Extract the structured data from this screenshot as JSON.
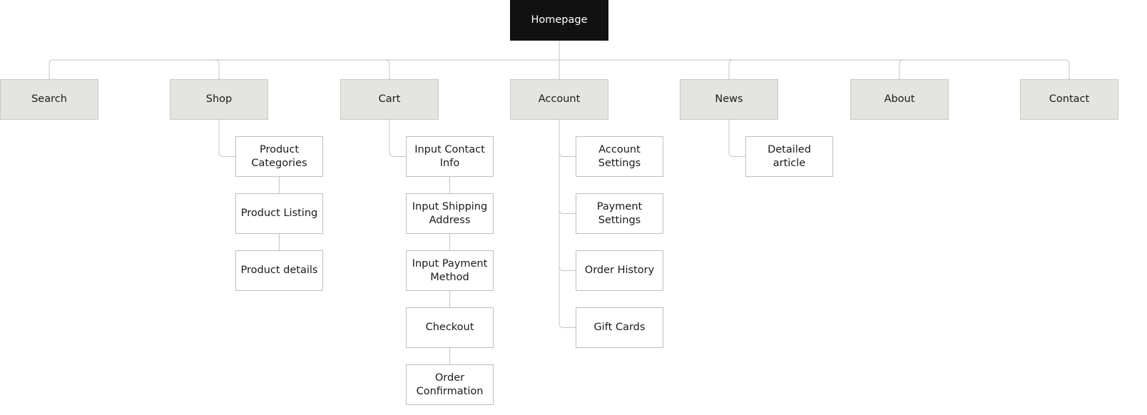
{
  "root": {
    "label": "Homepage"
  },
  "sections": [
    {
      "id": "search",
      "label": "Search",
      "children": []
    },
    {
      "id": "shop",
      "label": "Shop",
      "children": [
        "Product Categories",
        "Product Listing",
        "Product details"
      ]
    },
    {
      "id": "cart",
      "label": "Cart",
      "children": [
        "Input Contact Info",
        "Input Shipping Address",
        "Input Payment Method",
        "Checkout",
        "Order Confirmation"
      ]
    },
    {
      "id": "account",
      "label": "Account",
      "children": [
        "Account Settings",
        "Payment Settings",
        "Order History",
        "Gift Cards"
      ]
    },
    {
      "id": "news",
      "label": "News",
      "children": [
        "Detailed article"
      ]
    },
    {
      "id": "about",
      "label": "About",
      "children": []
    },
    {
      "id": "contact",
      "label": "Contact",
      "children": []
    }
  ],
  "colors": {
    "root": "#111111",
    "section": "#e4e5e0",
    "page": "#ffffff",
    "line": "#c4c4c4"
  }
}
